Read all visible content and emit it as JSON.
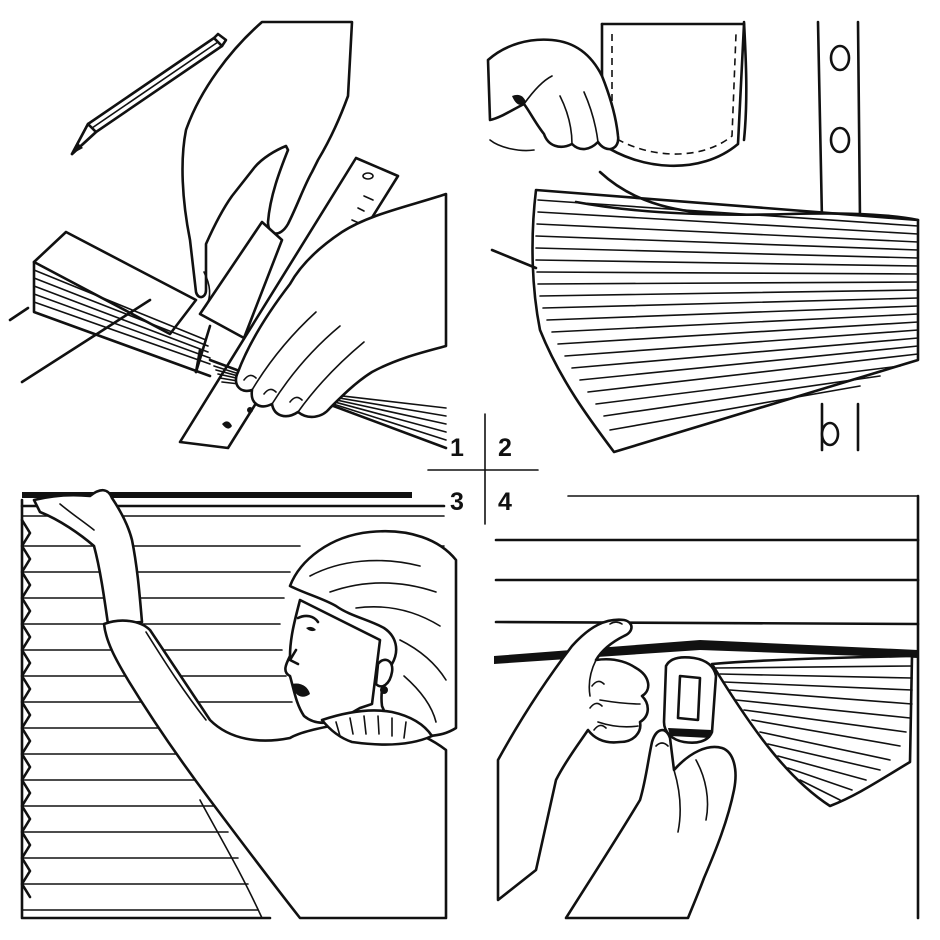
{
  "steps": {
    "one": "1",
    "two": "2",
    "three": "3",
    "four": "4"
  },
  "colors": {
    "ink": "#111111",
    "paper": "#ffffff"
  },
  "panels": {
    "one": "pencil-ruler-and-folded-pleats",
    "two": "pleated-blind-held-under-shirt-pocket",
    "three": "woman-installing-pleated-blind",
    "four": "hands-clipping-blind-bracket"
  }
}
